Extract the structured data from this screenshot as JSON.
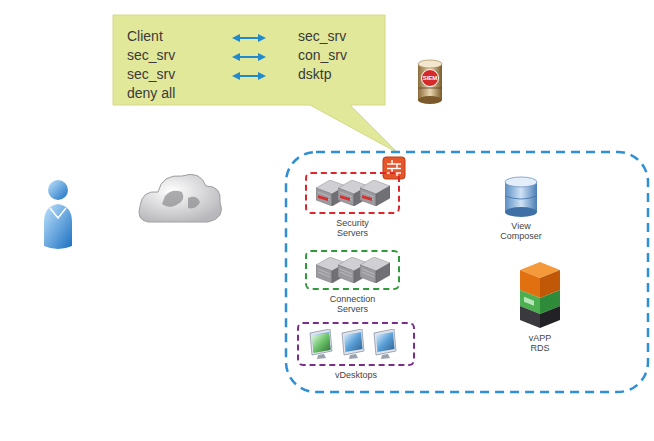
{
  "diagram": {
    "nodes": [
      {
        "text": [
          "Security Servers"
        ]
      },
      {
        "text": [
          "Connection Servers"
        ]
      },
      {
        "text": [
          "vDesktops"
        ]
      }
    ],
    "labels": [
      "Client",
      "sec_srv",
      "sec_srv",
      "con_srv",
      "sec_srv",
      "dsktp",
      "deny all",
      "SIEM",
      "View Composer",
      "vAPP RDS"
    ]
  }
}
